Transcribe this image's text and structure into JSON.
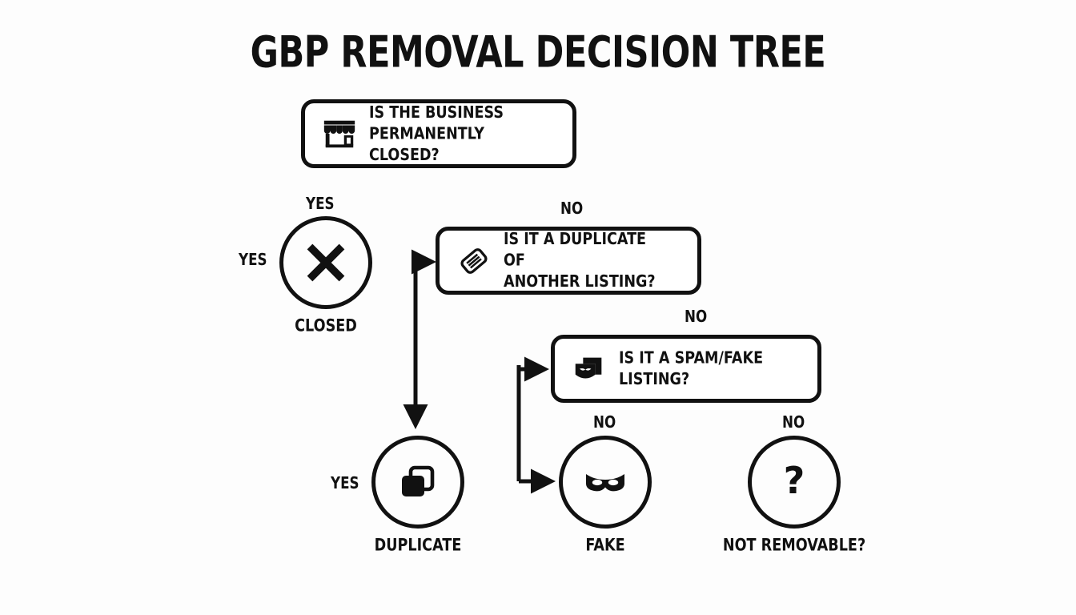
{
  "meta": {
    "title": "GBP REMOVAL DECISION TREE",
    "background_color": "#fdfdfd",
    "ink_color": "#111111"
  },
  "questions": [
    {
      "id": "q-permanently-closed",
      "icon": "storefront-icon",
      "line1": "IS THE BUSINESS",
      "line2": "PERMANENTLY CLOSED?"
    },
    {
      "id": "q-duplicate-listing",
      "icon": "tilted-card-icon",
      "line1": "IS IT A DUPLICATE OF",
      "line2": "ANOTHER LISTING?"
    },
    {
      "id": "q-spam-fake-listing",
      "icon": "masked-listing-icon",
      "line1": "IS IT A SPAM/FAKE",
      "line2": "LISTING?"
    }
  ],
  "outcomes": [
    {
      "id": "outcome-closed",
      "icon": "x-mark-icon",
      "label": "CLOSED",
      "above": "YES",
      "left": "YES"
    },
    {
      "id": "outcome-duplicate",
      "icon": "duplicate-icon",
      "label": "DUPLICATE",
      "above": "",
      "left": "YES"
    },
    {
      "id": "outcome-fake",
      "icon": "bandit-mask-icon",
      "label": "FAKE",
      "above": "NO",
      "left": ""
    },
    {
      "id": "outcome-not-removable",
      "icon": "question-mark-icon",
      "label": "NOT REMOVABLE?",
      "above": "NO",
      "left": ""
    }
  ],
  "edge_labels": {
    "closed_yes_above": "YES",
    "closed_yes_left": "YES",
    "duplicate_no_above": "NO",
    "duplicate_yes_left": "YES",
    "spam_no_above": "NO",
    "fake_no_above": "NO",
    "not_removable_no_above": "NO"
  }
}
